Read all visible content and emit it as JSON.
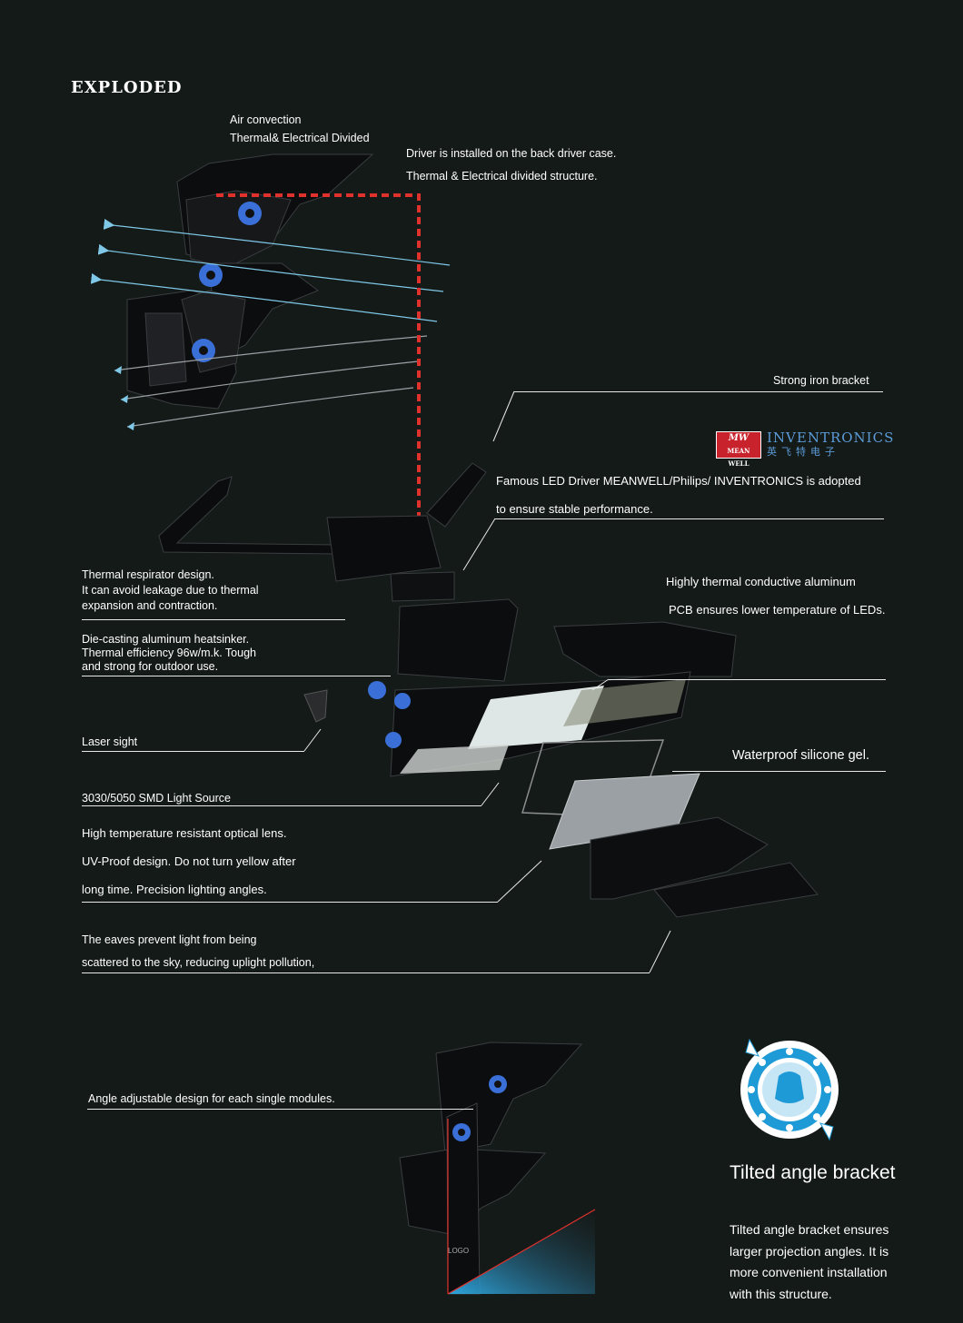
{
  "title": "EXPLODED",
  "labels": {
    "air1": "Air convection",
    "air2": "Thermal& Electrical Divided",
    "driver1": "Driver is installed on the back driver case.",
    "driver2": "Thermal & Electrical divided structure.",
    "bracket": "Strong iron bracket",
    "brand_mw": "MW",
    "brand_mw_sub": "MEAN WELL",
    "brand_inv": "INVENTRONICS",
    "brand_inv_cn": "英飞特电子",
    "famous1": "Famous LED Driver MEANWELL/Philips/ INVENTRONICS is adopted",
    "famous2": "to ensure stable performance.",
    "resp1": "Thermal  respirator design.",
    "resp2": "It can avoid leakage due to thermal",
    "resp3": "expansion and contraction.",
    "pcb1": "Highly thermal conductive aluminum",
    "pcb2": "PCB ensures lower temperature of LEDs.",
    "die1": "Die-casting aluminum heatsinker.",
    "die2": "Thermal efficiency 96w/m.k. Tough",
    "die3": "and strong for outdoor use.",
    "laser": "Laser  sight",
    "gel": "Waterproof silicone gel.",
    "smd": "3030/5050  SMD  Light  Source",
    "lens1": "High temperature resistant optical lens.",
    "lens2": "UV-Proof design. Do not turn yellow after",
    "lens3": "long time. Precision lighting angles.",
    "eaves1": "The eaves prevent light from being",
    "eaves2": "scattered to the sky, reducing uplight pollution,",
    "angle": "Angle adjustable design for each single modules.",
    "logo": "LOGO"
  },
  "tilted": {
    "heading": "Tilted angle bracket",
    "para1": "Tilted  angle bracket ensures",
    "para2": "larger projection angles. It is",
    "para3": "more convenient installation",
    "para4": "with this structure."
  },
  "colors": {
    "background": "#141a17",
    "accent_red": "#e0312c",
    "airflow": "#7fc8e8",
    "knob_blue": "#3a6fd8",
    "badge_blue": "#1e9ad6"
  }
}
